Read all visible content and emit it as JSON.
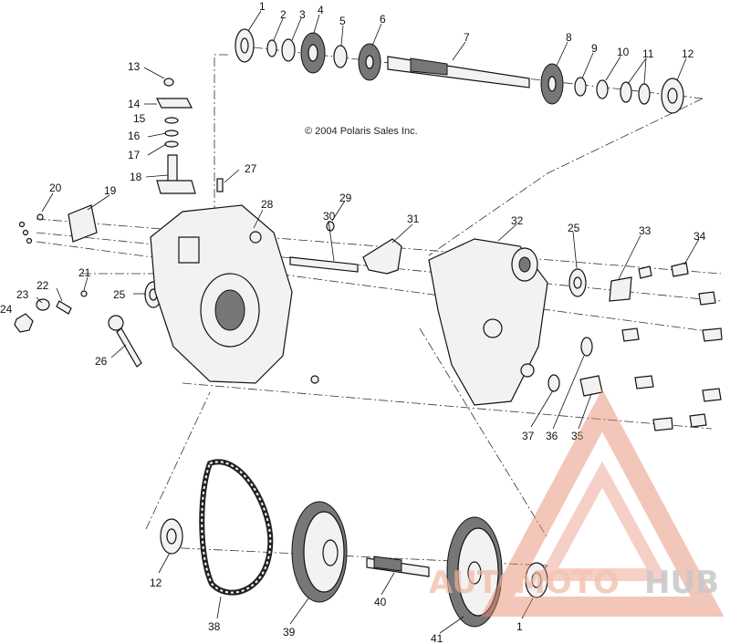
{
  "copyright": "© 2004 Polaris Sales Inc.",
  "watermark": {
    "part1": "AUTO",
    "part2": "MOTO",
    "part3": "HUB"
  },
  "labels": {
    "p1a": "1",
    "p2": "2",
    "p3": "3",
    "p4": "4",
    "p5": "5",
    "p6": "6",
    "p7": "7",
    "p8": "8",
    "p9": "9",
    "p10": "10",
    "p11": "11",
    "p12a": "12",
    "p13": "13",
    "p14": "14",
    "p15": "15",
    "p16": "16",
    "p17": "17",
    "p18": "18",
    "p19": "19",
    "p20": "20",
    "p21": "21",
    "p22": "22",
    "p23": "23",
    "p24": "24",
    "p25a": "25",
    "p25b": "25",
    "p26": "26",
    "p27": "27",
    "p28": "28",
    "p29": "29",
    "p30": "30",
    "p31": "31",
    "p32": "32",
    "p33": "33",
    "p34": "34",
    "p35": "35",
    "p36": "36",
    "p37": "37",
    "p12b": "12",
    "p38": "38",
    "p39": "39",
    "p40": "40",
    "p41": "41",
    "p1b": "1"
  }
}
